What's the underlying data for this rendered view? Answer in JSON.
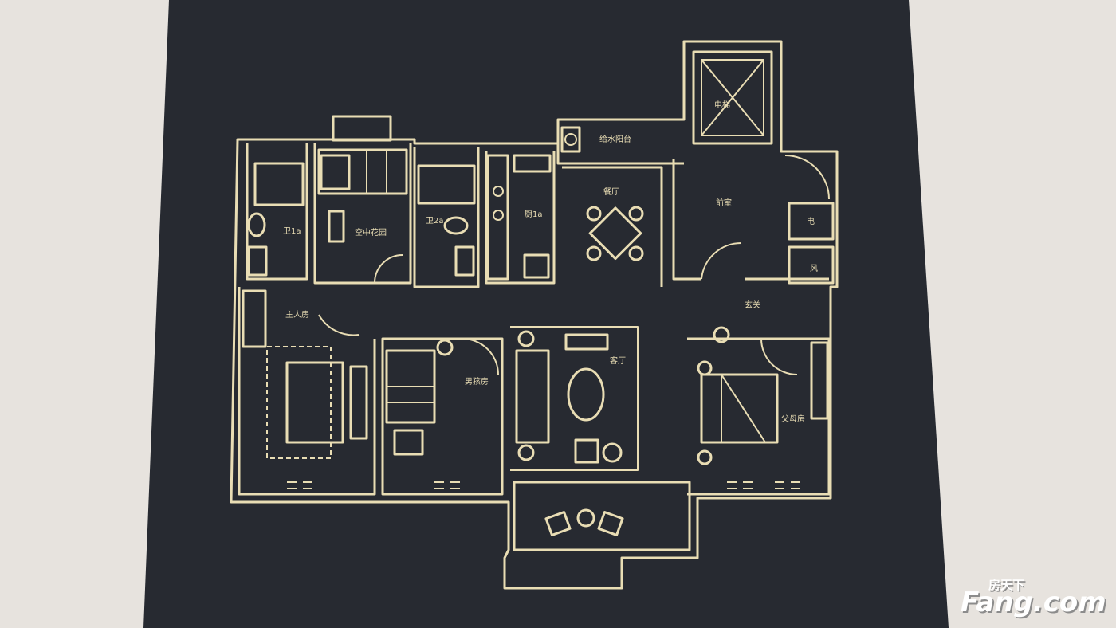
{
  "colors": {
    "board": "#272a31",
    "line": "#e9ddb4",
    "background": "#e7e3de",
    "watermark": "#ffffff"
  },
  "rooms": {
    "elevator": "电梯",
    "utility_balcony": "给水阳台",
    "dining_room": "餐厅",
    "lobby": "前室",
    "electric_shaft": "电",
    "air_shaft": "风",
    "bath_1": "卫1a",
    "sky_garden": "空中花园",
    "bath_2": "卫2a",
    "kitchen": "厨1a",
    "master_bedroom": "主人房",
    "entrance": "玄关",
    "living_room": "客厅",
    "boys_room": "男孩房",
    "parents_room": "父母房"
  },
  "watermark": {
    "brand_cn": "房天下",
    "brand_en": "Fang.com"
  }
}
